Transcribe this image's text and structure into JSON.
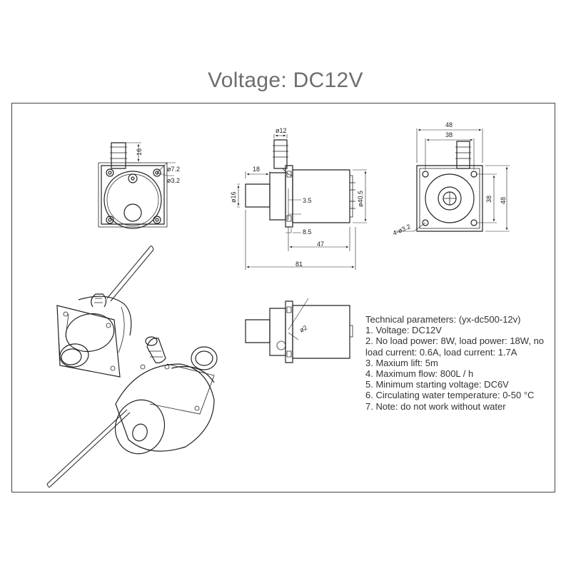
{
  "title": "Voltage: DC12V",
  "dimensions": {
    "front_hole_big": "ø7.2",
    "front_hole_small": "ø3.2",
    "front_tube": "16",
    "side_tube": "ø12",
    "side_inlet_len": "18",
    "side_inlet_dia": "ø16",
    "side_body_dia": "ø40.5",
    "side_a": "3.5",
    "side_b": "8.5",
    "side_body_len": "47",
    "side_total_len": "81",
    "flange_w_outer": "48",
    "flange_w_inner": "38",
    "flange_h_inner": "38",
    "flange_h_outer": "48",
    "flange_holes": "4-ø3.2",
    "detail_hole": "ø2"
  },
  "specs": {
    "heading": "Technical parameters: (yx-dc500-12v)",
    "items": [
      "1. Voltage: DC12V",
      "2. No load power: 8W, load power: 18W, no load current: 0.6A, load current: 1.7A",
      "3. Maxium lift: 5m",
      "4. Maximum flow: 800L / h",
      "5. Minimum starting voltage: DC6V",
      "6. Circulating water temperature: 0-50 °C",
      "7. Note: do not work without water"
    ]
  }
}
